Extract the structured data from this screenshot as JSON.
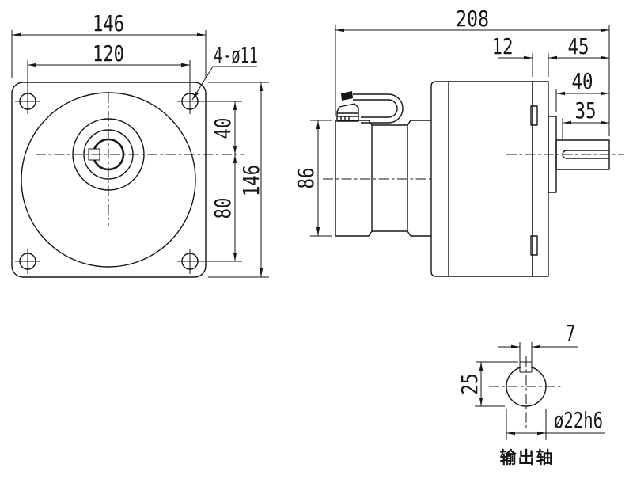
{
  "front_view": {
    "overall_width": "146",
    "hole_spacing": "120",
    "mounting_holes": "4-ø11",
    "top_hole_to_center": "40",
    "center_to_bottom_hole": "80",
    "overall_height": "146"
  },
  "side_view": {
    "overall_length": "208",
    "flange_thickness": "12",
    "flange_to_shaft_end": "45",
    "shaft_length": "40",
    "keyway_length": "35",
    "motor_diameter": "86"
  },
  "shaft_detail": {
    "key_width": "7",
    "key_top_to_shaft_bottom": "25",
    "shaft_diameter": "ø22h6",
    "caption": "输出轴"
  }
}
